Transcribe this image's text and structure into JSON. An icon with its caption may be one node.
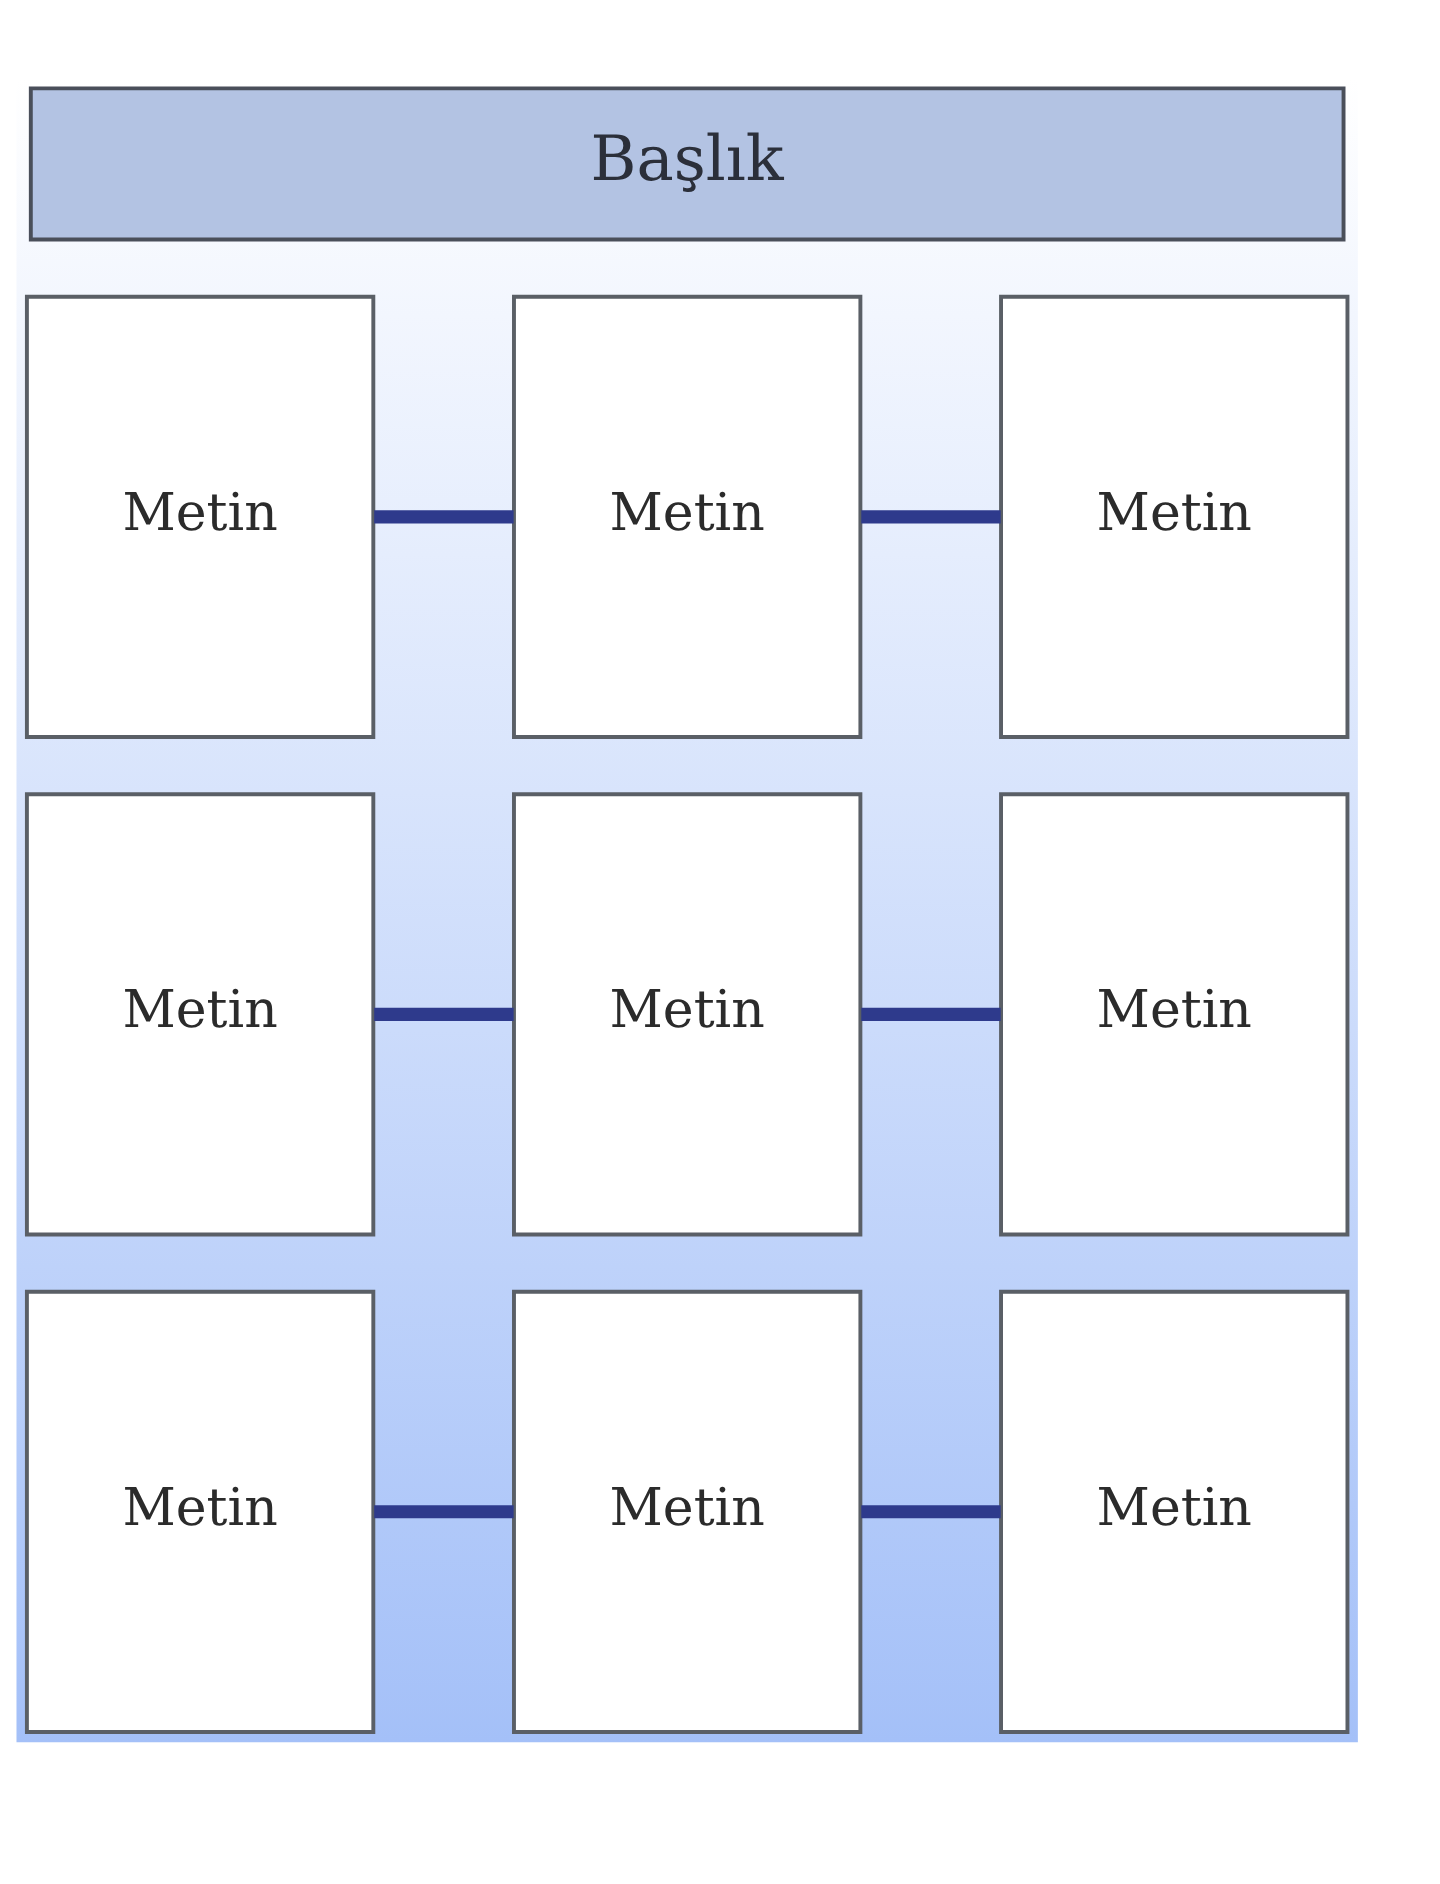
{
  "diagram": {
    "nodes": [
      {
        "text": [
          "Başlık"
        ]
      },
      {
        "text": [
          "Metin"
        ]
      },
      {
        "text": [
          "Metin"
        ]
      },
      {
        "text": [
          "Metin"
        ]
      },
      {
        "text": [
          "Metin"
        ]
      },
      {
        "text": [
          "Metin"
        ]
      },
      {
        "text": [
          "Metin"
        ]
      },
      {
        "text": [
          "Metin"
        ]
      },
      {
        "text": [
          "Metin"
        ]
      },
      {
        "text": [
          "Metin"
        ]
      }
    ],
    "edges": [
      {
        "from": 1,
        "to": 2,
        "arrow": "none"
      },
      {
        "from": 2,
        "to": 3,
        "arrow": "none"
      },
      {
        "from": 4,
        "to": 5,
        "arrow": "none"
      },
      {
        "from": 5,
        "to": 6,
        "arrow": "none"
      },
      {
        "from": 7,
        "to": 8,
        "arrow": "none"
      },
      {
        "from": 8,
        "to": 9,
        "arrow": "none"
      }
    ]
  }
}
